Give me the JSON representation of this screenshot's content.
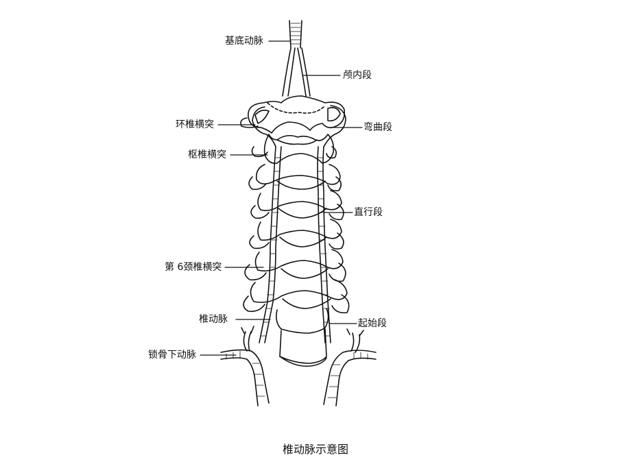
{
  "labels": {
    "basilar_artery": "基底动脉",
    "intracranial_segment": "颅内段",
    "atlas_transverse_process": "环椎横突",
    "curved_segment": "弯曲段",
    "axis_transverse_process": "枢椎横突",
    "straight_segment": "直行段",
    "c6_transverse_process": "第 6颈椎横突",
    "vertebral_artery": "椎动脉",
    "origin_segment": "起始段",
    "subclavian_artery": "锁骨下动脉"
  },
  "caption": "椎动脉示意图",
  "colors": {
    "ink": "#111111",
    "background": "#ffffff"
  }
}
